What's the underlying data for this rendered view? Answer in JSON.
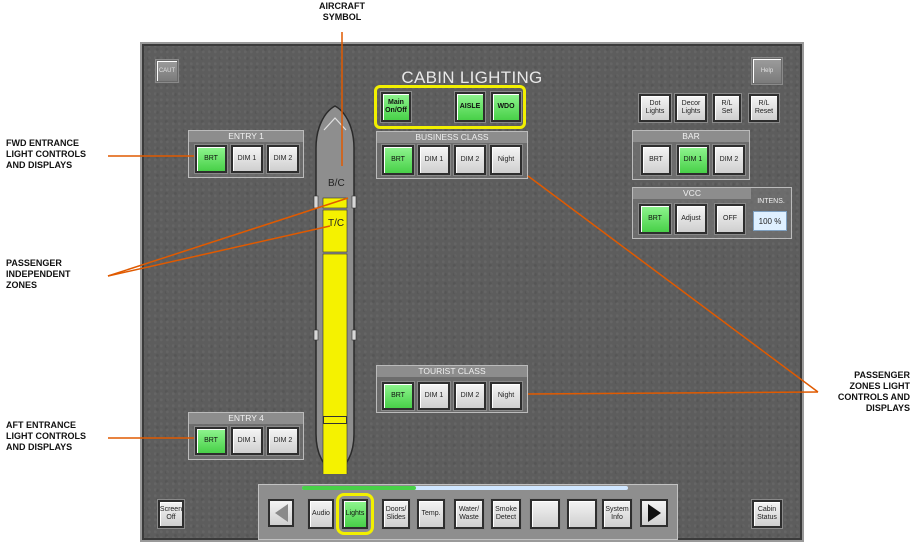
{
  "callouts": {
    "aircraft_symbol": [
      "AIRCRAFT",
      "SYMBOL"
    ],
    "fwd_entrance": [
      "FWD ENTRANCE",
      "LIGHT CONTROLS",
      "AND DISPLAYS"
    ],
    "passenger_independent": [
      "PASSENGER",
      "INDEPENDENT",
      "ZONES"
    ],
    "aft_entrance": [
      "AFT ENTRANCE",
      "LIGHT CONTROLS",
      "AND DISPLAYS"
    ],
    "passenger_zones": [
      "PASSENGER",
      "ZONES LIGHT",
      "CONTROLS AND",
      "DISPLAYS"
    ]
  },
  "screen": {
    "title": "CABIN LIGHTING",
    "caut": "CAUT",
    "help": "Help",
    "screen_off": [
      "Screen",
      "Off"
    ],
    "cabin_status": [
      "Cabin",
      "Status"
    ]
  },
  "main_controls": {
    "main_onoff": [
      "Main",
      "On/Off"
    ],
    "aisle": "AISLE",
    "wdo": "WDO"
  },
  "top_right": [
    {
      "label": [
        "Dot",
        "Lights"
      ]
    },
    {
      "label": [
        "Decor",
        "Lights"
      ]
    },
    {
      "label": [
        "R/L",
        "Set"
      ]
    },
    {
      "label": [
        "R/L",
        "Reset"
      ]
    }
  ],
  "entry1": {
    "title": "ENTRY 1",
    "buttons": [
      "BRT",
      "DIM 1",
      "DIM 2"
    ],
    "active": 0
  },
  "entry4": {
    "title": "ENTRY 4",
    "buttons": [
      "BRT",
      "DIM 1",
      "DIM 2"
    ],
    "active": 0
  },
  "business": {
    "title": "BUSINESS CLASS",
    "buttons": [
      "BRT",
      "DIM 1",
      "DIM 2",
      "Night"
    ],
    "active": 0
  },
  "tourist": {
    "title": "TOURIST CLASS",
    "buttons": [
      "BRT",
      "DIM 1",
      "DIM 2",
      "Night"
    ],
    "active": 0
  },
  "bar": {
    "title": "BAR",
    "buttons": [
      "BRT",
      "DIM 1",
      "DIM 2"
    ],
    "active": 1
  },
  "vcc": {
    "title": "VCC",
    "buttons": [
      "BRT",
      "Adjust",
      "OFF"
    ],
    "active": 0,
    "intens_label": "INTENS.",
    "intens_value": "100 %"
  },
  "zones": {
    "bc": "B/C",
    "tc": "T/C"
  },
  "nav": {
    "items": [
      {
        "label": [
          "Audio"
        ]
      },
      {
        "label": [
          "Lights"
        ]
      },
      {
        "label": [
          "Doors/",
          "Slides"
        ]
      },
      {
        "label": [
          "Temp."
        ]
      },
      {
        "label": [
          "Water/",
          "Waste"
        ]
      },
      {
        "label": [
          "Smoke",
          "Detect"
        ]
      },
      {
        "label": []
      },
      {
        "label": []
      },
      {
        "label": [
          "System",
          "Info"
        ]
      }
    ],
    "active_index": 1
  },
  "colors": {
    "active_green": "#58e058",
    "highlight_yellow": "#f2f000",
    "callout_line": "#e05a00",
    "zone_yellow": "#f5f200"
  }
}
